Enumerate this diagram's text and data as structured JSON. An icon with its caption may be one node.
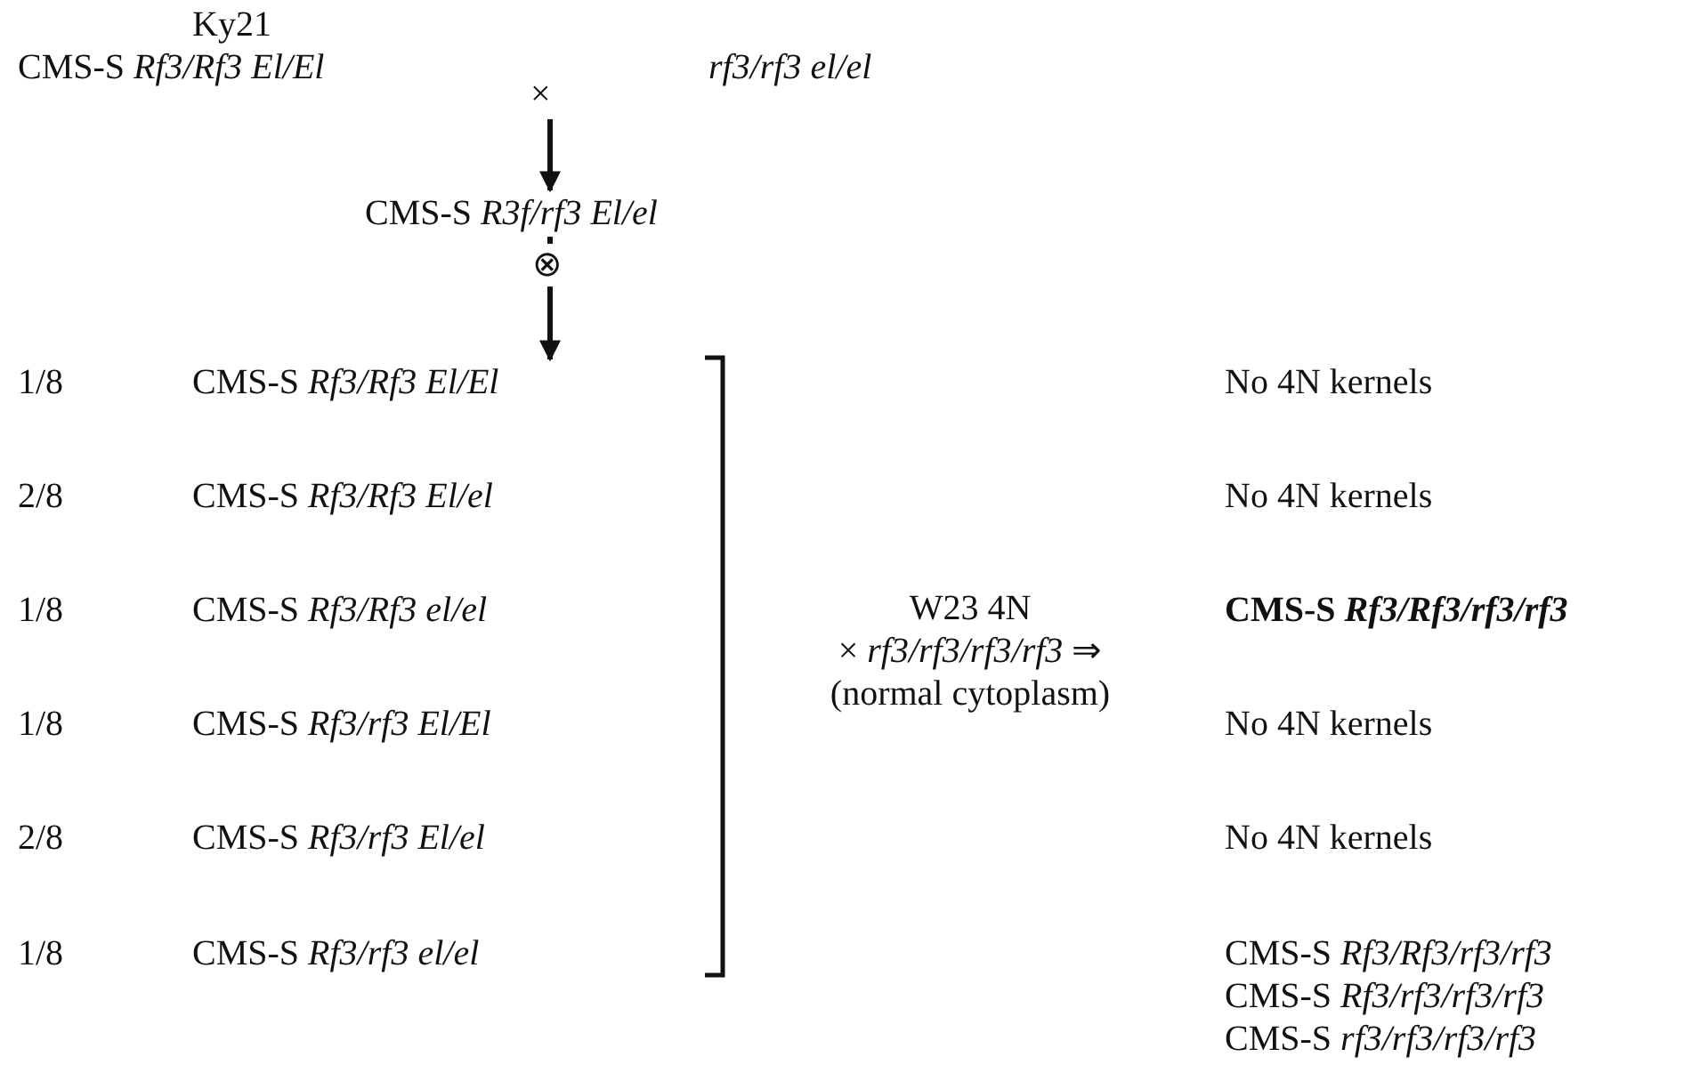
{
  "diagram": {
    "nodes": [
      {
        "text": [
          "Ky21",
          "CMS-S *Rf3/Rf3 El/El*"
        ]
      },
      {
        "text": [
          "*rf3/rf3 el/el*"
        ]
      },
      {
        "text": [
          "CMS-S *R3f/rf3 El/el*"
        ]
      },
      {
        "text": [
          "CMS-S *Rf3/Rf3 El/El*"
        ],
        "beside": [
          "1/8"
        ]
      },
      {
        "text": [
          "CMS-S *Rf3/Rf3 El/el*"
        ],
        "beside": [
          "2/8"
        ]
      },
      {
        "text": [
          "CMS-S *Rf3/Rf3 el/el*"
        ],
        "beside": [
          "1/8"
        ]
      },
      {
        "text": [
          "CMS-S *Rf3/rf3 El/El*"
        ],
        "beside": [
          "1/8"
        ]
      },
      {
        "text": [
          "CMS-S *Rf3/rf3 El/el*"
        ],
        "beside": [
          "2/8"
        ]
      },
      {
        "text": [
          "CMS-S *Rf3/rf3 el/el*"
        ],
        "beside": [
          "1/8"
        ]
      },
      {
        "text": [
          "W23 4N",
          "× *rf3/rf3/rf3/rf3* ⇒",
          "(normal cytoplasm)"
        ]
      }
    ],
    "edges": [
      {
        "from": null,
        "to": 2,
        "arrow": "to"
      },
      {
        "from": 2,
        "to": 3,
        "label": "⊗",
        "arrow": "to"
      }
    ],
    "labels": [
      "×",
      "No 4N kernels",
      "No 4N kernels",
      "CMS-S *Rf3/Rf3/rf3/rf3*",
      "No 4N kernels",
      "No 4N kernels",
      "CMS-S *Rf3/Rf3/rf3/rf3*",
      "CMS-S *Rf3/rf3/rf3/rf3*",
      "CMS-S *rf3/rf3/rf3/rf3*"
    ]
  }
}
